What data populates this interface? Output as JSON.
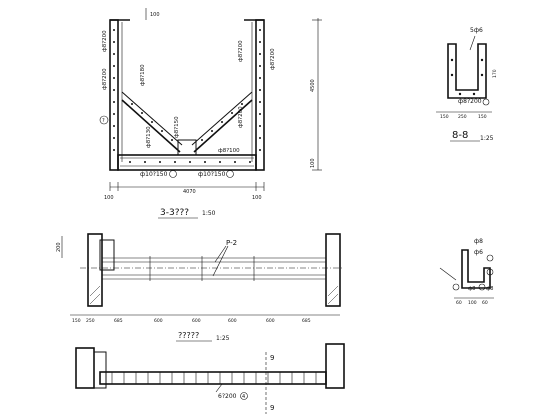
{
  "section_3_3": {
    "top_label": "100",
    "height_label": "4500",
    "bottom_right_label": "100",
    "left_rebar": [
      "ф8?200",
      "ф8?200"
    ],
    "left_mid_rebar": "ф8?180",
    "left_circle": "?",
    "left_lower_rebar": "ф8?130",
    "center_rebar": "ф8?150",
    "right_rebar": [
      "ф8?200",
      "ф8?200",
      "ф8?200"
    ],
    "right_diag_rebar": "ф8?100",
    "bottom_rebar_left": "ф10?150",
    "bottom_rebar_right": "ф10?150",
    "base_dims": [
      "100",
      "4070",
      "100"
    ],
    "title": "3-3???",
    "scale": "1:50"
  },
  "section_8_8": {
    "top_rebar": "5ф6",
    "side_dim": "170",
    "rebar": "ф8?200",
    "bottom_dims": [
      "150",
      "250",
      "150"
    ],
    "title": "8-8",
    "scale": "1:25"
  },
  "small_section": {
    "labels": [
      "ф8",
      "ф6",
      "ф8",
      "ф8"
    ],
    "bottom_dims": [
      "60",
      "100",
      "60"
    ]
  },
  "plan": {
    "left_label": "200",
    "tag": "P-2",
    "dims": [
      "150",
      "250",
      "685",
      "600",
      "600",
      "600",
      "600",
      "685"
    ],
    "title": "?????",
    "scale": "1:25"
  },
  "elevation": {
    "mark_top": "9",
    "mark_bottom": "9",
    "rebar": "6?200",
    "circle": "4"
  }
}
